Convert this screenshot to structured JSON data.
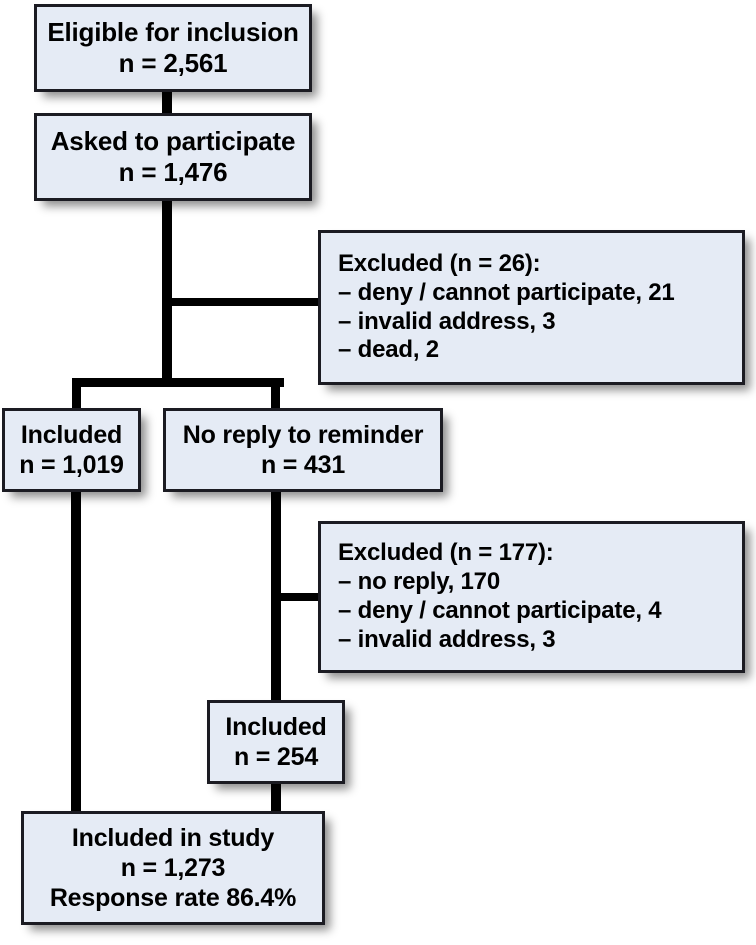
{
  "diagram": {
    "type": "participant-flow-chart",
    "title": "Study participant flow",
    "colors": {
      "box_fill": "#e5ebf5",
      "box_border": "#1b1b22",
      "connector": "#000000",
      "background": "#ffffff",
      "text": "#000000"
    },
    "nodes": [
      {
        "id": "eligible",
        "name": "eligible-for-inclusion",
        "lines": [
          "Eligible for inclusion",
          "n = 2,561"
        ],
        "label": "Eligible for inclusion",
        "count_text": "n = 2,561",
        "count": 2561,
        "align": "center"
      },
      {
        "id": "asked",
        "name": "asked-to-participate",
        "lines": [
          "Asked to participate",
          "n = 1,476"
        ],
        "label": "Asked to participate",
        "count_text": "n = 1,476",
        "count": 1476,
        "align": "center"
      },
      {
        "id": "excluded1",
        "name": "excluded-first-round",
        "lines": [
          "Excluded (n = 26):",
          "– deny / cannot participate, 21",
          "– invalid address, 3",
          "– dead, 2"
        ],
        "header": "Excluded (n = 26):",
        "count": 26,
        "reasons": [
          {
            "reason": "deny / cannot participate",
            "n": 21
          },
          {
            "reason": "invalid address",
            "n": 3
          },
          {
            "reason": "dead",
            "n": 2
          }
        ],
        "align": "left"
      },
      {
        "id": "included_a",
        "name": "included-first-round",
        "lines": [
          "Included",
          "n = 1,019"
        ],
        "label": "Included",
        "count_text": "n = 1,019",
        "count": 1019,
        "align": "center"
      },
      {
        "id": "noreply",
        "name": "no-reply-to-reminder",
        "lines": [
          "No reply to reminder",
          "n = 431"
        ],
        "label": "No reply to reminder",
        "count_text": "n = 431",
        "count": 431,
        "align": "center"
      },
      {
        "id": "excluded2",
        "name": "excluded-second-round",
        "lines": [
          "Excluded (n = 177):",
          "– no reply, 170",
          "– deny / cannot participate, 4",
          "– invalid address, 3"
        ],
        "header": "Excluded (n = 177):",
        "count": 177,
        "reasons": [
          {
            "reason": "no reply",
            "n": 170
          },
          {
            "reason": "deny / cannot participate",
            "n": 4
          },
          {
            "reason": "invalid address",
            "n": 3
          }
        ],
        "align": "left"
      },
      {
        "id": "included_b",
        "name": "included-second-round",
        "lines": [
          "Included",
          "n = 254"
        ],
        "label": "Included",
        "count_text": "n = 254",
        "count": 254,
        "align": "center"
      },
      {
        "id": "included_study",
        "name": "included-in-study",
        "lines": [
          "Included in study",
          "n = 1,273",
          "Response rate 86.4%"
        ],
        "label": "Included in study",
        "count_text": "n = 1,273",
        "count": 1273,
        "response_rate_text": "Response rate 86.4%",
        "response_rate": 86.4,
        "align": "center"
      }
    ],
    "edges": [
      {
        "from": "eligible",
        "to": "asked"
      },
      {
        "from": "asked",
        "to": "excluded1"
      },
      {
        "from": "asked",
        "to": "included_a"
      },
      {
        "from": "asked",
        "to": "noreply"
      },
      {
        "from": "noreply",
        "to": "excluded2"
      },
      {
        "from": "noreply",
        "to": "included_b"
      },
      {
        "from": "included_a",
        "to": "included_study"
      },
      {
        "from": "included_b",
        "to": "included_study"
      }
    ]
  }
}
